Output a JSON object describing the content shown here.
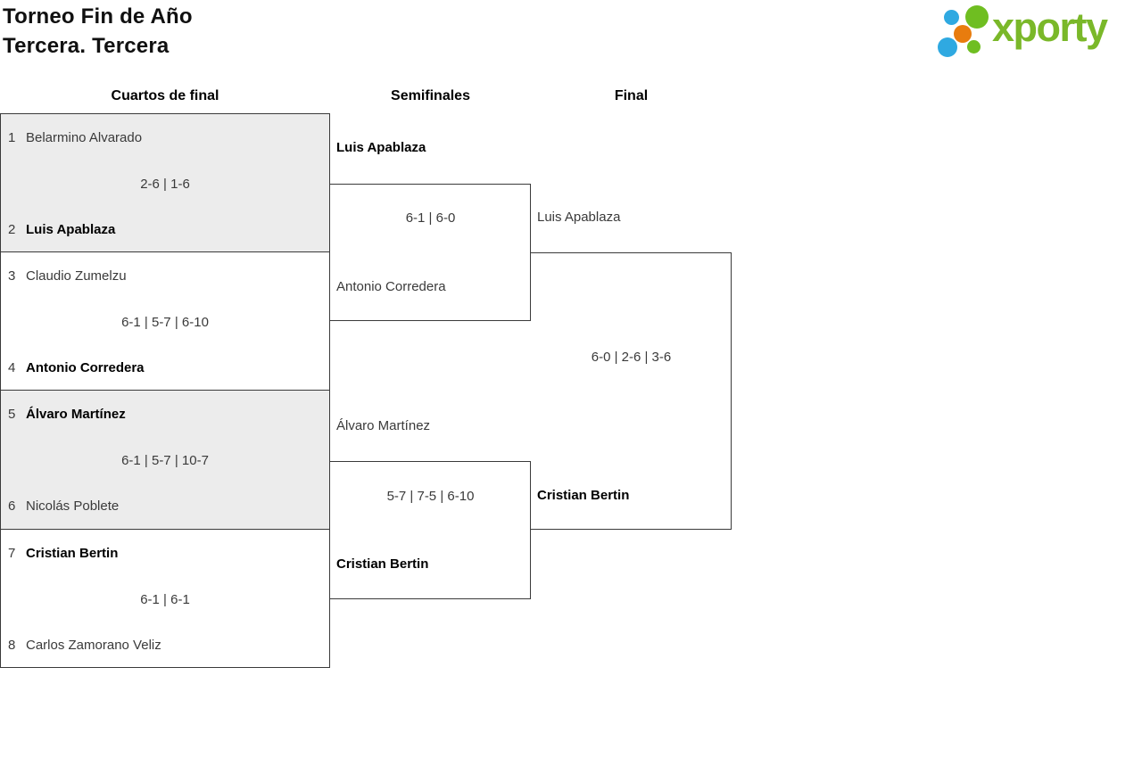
{
  "page": {
    "title_line1": "Torneo Fin de Año",
    "title_line2": "Tercera. Tercera"
  },
  "logo": {
    "text": "xporty",
    "colors": {
      "green": "#6fbe21",
      "text_green": "#7ab829",
      "blue": "#2fa9e1",
      "orange": "#e87c0e"
    }
  },
  "bracket": {
    "round_labels": [
      "Cuartos de final",
      "Semifinales",
      "Final"
    ],
    "quarterfinals": [
      {
        "player1": {
          "seed": "1",
          "name": "Belarmino Alvarado",
          "winner": false
        },
        "score": "2-6 | 1-6",
        "player2": {
          "seed": "2",
          "name": "Luis Apablaza",
          "winner": true
        }
      },
      {
        "player1": {
          "seed": "3",
          "name": "Claudio Zumelzu",
          "winner": false
        },
        "score": "6-1 | 5-7 | 6-10",
        "player2": {
          "seed": "4",
          "name": "Antonio Corredera",
          "winner": true
        }
      },
      {
        "player1": {
          "seed": "5",
          "name": "Álvaro Martínez",
          "winner": true
        },
        "score": "6-1 | 5-7 | 10-7",
        "player2": {
          "seed": "6",
          "name": "Nicolás Poblete",
          "winner": false
        }
      },
      {
        "player1": {
          "seed": "7",
          "name": "Cristian Bertin",
          "winner": true
        },
        "score": "6-1 | 6-1",
        "player2": {
          "seed": "8",
          "name": "Carlos Zamorano Veliz",
          "winner": false
        }
      }
    ],
    "semifinals": [
      {
        "player1": {
          "name": "Luis Apablaza",
          "winner": true
        },
        "score": "6-1 | 6-0",
        "player2": {
          "name": "Antonio Corredera",
          "winner": false
        }
      },
      {
        "player1": {
          "name": "Álvaro Martínez",
          "winner": false
        },
        "score": "5-7 | 7-5 | 6-10",
        "player2": {
          "name": "Cristian Bertin",
          "winner": true
        }
      }
    ],
    "final": {
      "player1": {
        "name": "Luis Apablaza",
        "winner": false
      },
      "score": "6-0 | 2-6 | 3-6",
      "player2": {
        "name": "Cristian Bertin",
        "winner": true
      }
    }
  }
}
